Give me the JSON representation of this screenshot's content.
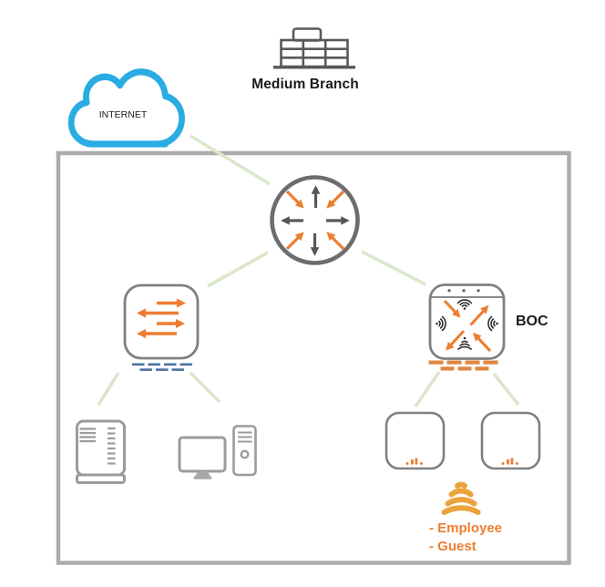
{
  "labels": {
    "building": "Medium Branch",
    "internet": "INTERNET",
    "gateway": "BOC",
    "wifi_networks": [
      "- Employee",
      "- Guest"
    ]
  },
  "colors": {
    "cloud_blue": "#2AACE3",
    "arrow_orange": "#ED7D31",
    "icon_gray": "#595959",
    "router_gray": "#6D6D6D",
    "outline_gray": "#808080",
    "device_gray": "#9B9B9B",
    "link_green": "#DAE7CC",
    "switch_dash_blue": "#47749F",
    "gateway_dash_orange": "#E0863F",
    "beacon_gold": "#EAA33B",
    "box_border_gray": "#ACACAC",
    "building_gray": "#595959",
    "ssid_text_orange": "#ED7D31"
  },
  "icons": {
    "site": "office-building-icon",
    "internet": "cloud-icon",
    "core": "router-icon",
    "lan": "switch-icon",
    "wan_gateway": "wireless-gateway-icon",
    "wired_endpoints": [
      "server-icon",
      "desktop-pc-icon"
    ],
    "wireless_endpoints": [
      "access-point-icon",
      "access-point-icon"
    ],
    "wireless_signal": "wifi-beacon-icon"
  }
}
